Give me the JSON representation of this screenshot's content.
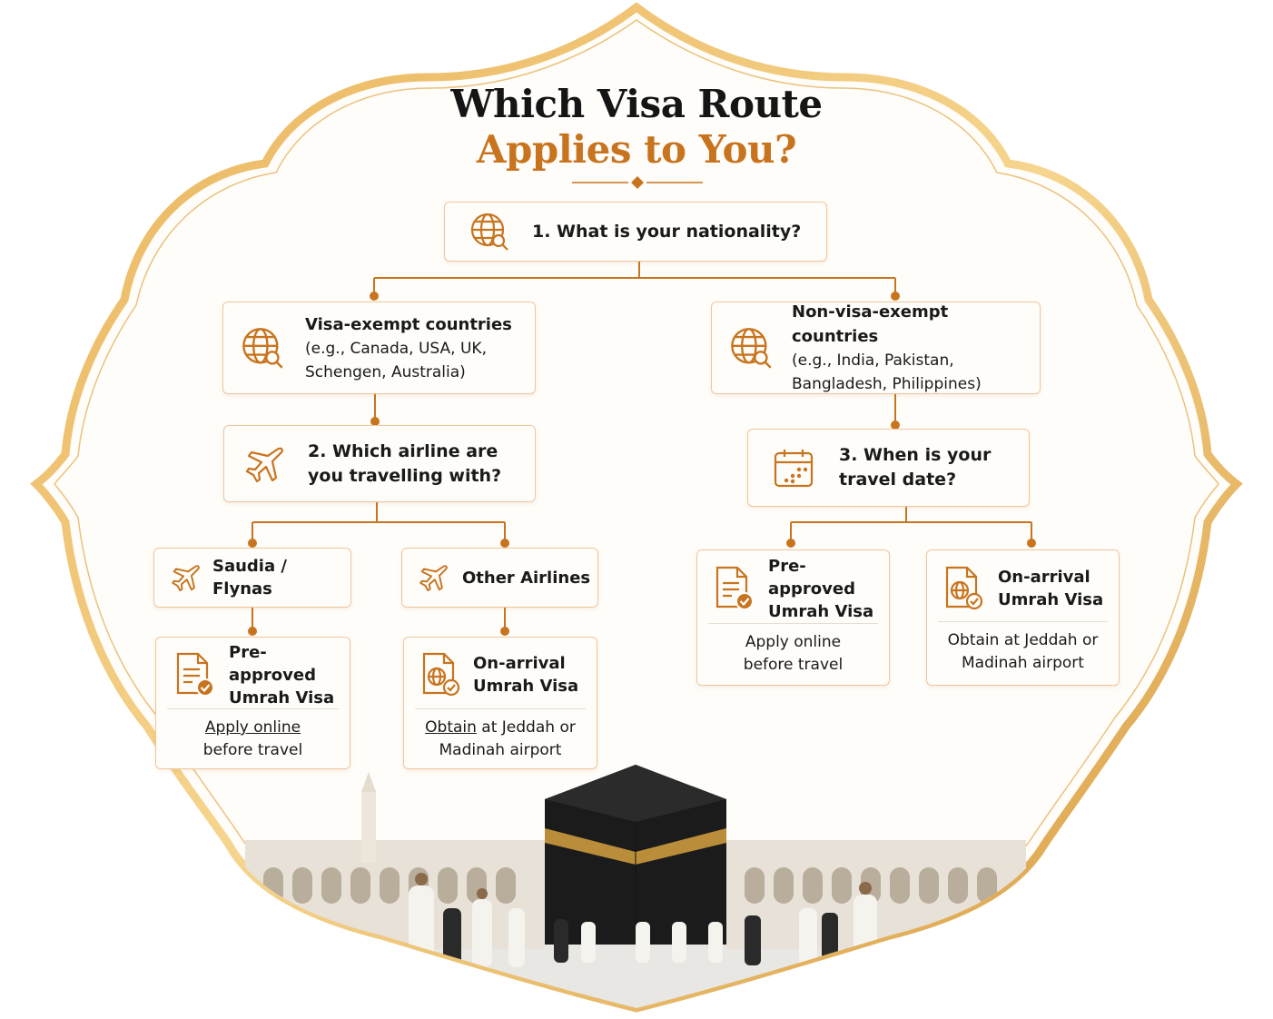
{
  "title": {
    "line1": "Which Visa Route",
    "line2": "Applies to You?"
  },
  "colors": {
    "accent": "#c8741e",
    "border": "#f0c69c",
    "text": "#1a1a1a"
  },
  "q1": {
    "text": "1. What is your nationality?",
    "icon": "globe-search-icon"
  },
  "exempt": {
    "title": "Visa-exempt countries",
    "l1": "(e.g., Canada, USA, UK,",
    "l2": "Schengen, Australia)"
  },
  "nonexempt": {
    "title": "Non-visa-exempt countries",
    "l1": "(e.g., India, Pakistan,",
    "l2": "Bangladesh, Philippines)"
  },
  "q2": {
    "l1": "2. Which airline are",
    "l2": "you travelling with?",
    "icon": "airplane-icon"
  },
  "q3": {
    "l1": "3. When is your",
    "l2": "travel date?",
    "icon": "calendar-icon"
  },
  "saudia": {
    "label": "Saudia / Flynas"
  },
  "other": {
    "label": "Other Airlines"
  },
  "preapproved": {
    "l1": "Pre-approved",
    "l2": "Umrah Visa",
    "d1a": "Apply online",
    "d2": "before travel"
  },
  "onarrival": {
    "l1": "On-arrival",
    "l2": "Umrah Visa",
    "d1a": "Obtain",
    "d1b": " at Jeddah or",
    "d2": "Madinah airport"
  },
  "preapproved_r": {
    "l1": "Pre-approved",
    "l2": "Umrah Visa",
    "d1": "Apply online",
    "d2": "before travel"
  },
  "onarrival_r": {
    "l1": "On-arrival",
    "l2": "Umrah Visa",
    "d1": "Obtain at Jeddah or",
    "d2": "Madinah airport"
  }
}
